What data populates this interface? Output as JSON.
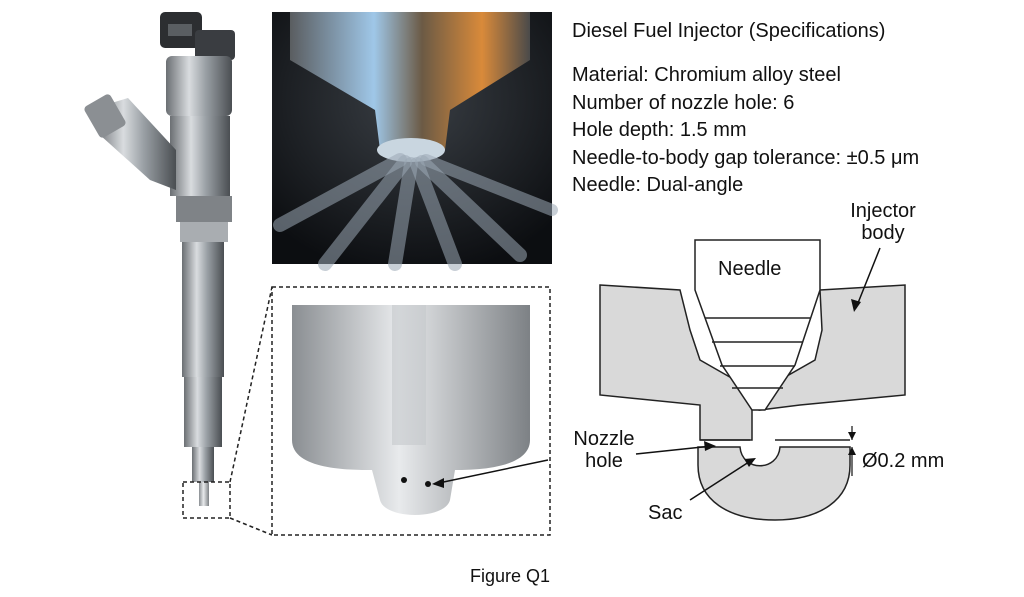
{
  "specs": {
    "title": "Diesel Fuel Injector (Specifications)",
    "lines": [
      "Material: Chromium alloy steel",
      "Number of nozzle hole: 6",
      "Hole depth: 1.5 mm",
      "Needle-to-body gap tolerance: ±0.5 μm",
      "Needle: Dual-angle"
    ]
  },
  "schematic": {
    "needle_label": "Needle",
    "body_label_line1": "Injector",
    "body_label_line2": "body",
    "nozzle_label_line1": "Nozzle",
    "nozzle_label_line2": "hole",
    "sac_label": "Sac",
    "dimension_label": "Ø0.2 mm"
  },
  "caption": "Figure Q1"
}
